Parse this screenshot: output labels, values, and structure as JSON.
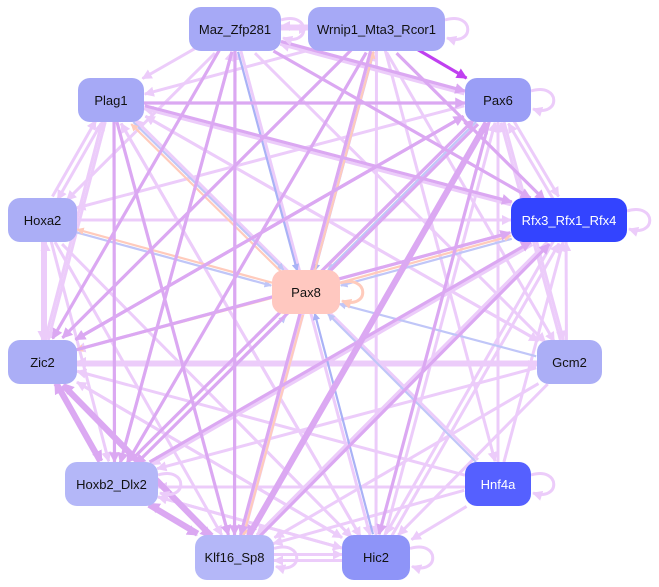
{
  "graph": {
    "nodes": [
      {
        "id": "maz",
        "label": "Maz_Zfp281",
        "color": "#a6a9f6",
        "text": "#111111"
      },
      {
        "id": "wrnip",
        "label": "Wrnip1_Mta3_Rcor1",
        "color": "#a6a9f6",
        "text": "#111111"
      },
      {
        "id": "plag1",
        "label": "Plag1",
        "color": "#a6a9f6",
        "text": "#111111"
      },
      {
        "id": "pax6",
        "label": "Pax6",
        "color": "#9a9ef6",
        "text": "#111111"
      },
      {
        "id": "hoxa2",
        "label": "Hoxa2",
        "color": "#abaef6",
        "text": "#111111"
      },
      {
        "id": "rfx",
        "label": "Rfx3_Rfx1_Rfx4",
        "color": "#3344ff",
        "text": "#ffffff"
      },
      {
        "id": "pax8",
        "label": "Pax8",
        "color": "#ffc8c0",
        "text": "#111111"
      },
      {
        "id": "zic2",
        "label": "Zic2",
        "color": "#abaef6",
        "text": "#111111"
      },
      {
        "id": "gcm2",
        "label": "Gcm2",
        "color": "#abaef6",
        "text": "#111111"
      },
      {
        "id": "hoxb2",
        "label": "Hoxb2_Dlx2",
        "color": "#b4b7f8",
        "text": "#111111"
      },
      {
        "id": "hnf4a",
        "label": "Hnf4a",
        "color": "#5560ff",
        "text": "#ffffff"
      },
      {
        "id": "klf16",
        "label": "Klf16_Sp8",
        "color": "#b4b7f8",
        "text": "#111111"
      },
      {
        "id": "hic2",
        "label": "Hic2",
        "color": "#8e94f8",
        "text": "#111111"
      }
    ],
    "edge_colors": {
      "weak": "#ecccfa",
      "mid": "#dba8f2",
      "pink": "#ffcbbc",
      "blue": "#c0c6f8",
      "bluemid": "#a9b2f6",
      "strong": "#c040f0"
    },
    "edges": [
      [
        "wrnip",
        "pax6",
        "strong"
      ],
      [
        "maz",
        "pax6",
        "mid"
      ],
      [
        "plag1",
        "pax6",
        "mid"
      ],
      [
        "plag1",
        "rfx",
        "mid"
      ],
      [
        "maz",
        "rfx",
        "mid"
      ],
      [
        "wrnip",
        "rfx",
        "mid"
      ],
      [
        "pax6",
        "rfx",
        "weak"
      ],
      [
        "hoxa2",
        "rfx",
        "weak"
      ],
      [
        "zic2",
        "rfx",
        "mid"
      ],
      [
        "hoxb2",
        "rfx",
        "mid"
      ],
      [
        "klf16",
        "rfx",
        "mid"
      ],
      [
        "hic2",
        "rfx",
        "weak"
      ],
      [
        "gcm2",
        "rfx",
        "weak"
      ],
      [
        "hnf4a",
        "rfx",
        "weak"
      ],
      [
        "maz",
        "plag1",
        "weak"
      ],
      [
        "wrnip",
        "plag1",
        "weak"
      ],
      [
        "maz",
        "wrnip",
        "weak"
      ],
      [
        "wrnip",
        "maz",
        "weak"
      ],
      [
        "maz",
        "pax8",
        "bluemid"
      ],
      [
        "wrnip",
        "pax8",
        "bluemid"
      ],
      [
        "pax6",
        "pax8",
        "blue"
      ],
      [
        "hoxa2",
        "pax8",
        "blue"
      ],
      [
        "gcm2",
        "pax8",
        "blue"
      ],
      [
        "hnf4a",
        "pax8",
        "blue"
      ],
      [
        "hic2",
        "pax8",
        "bluemid"
      ],
      [
        "rfx",
        "pax8",
        "blue"
      ],
      [
        "plag1",
        "pax8",
        "blue"
      ],
      [
        "hoxb2",
        "pax8",
        "blue"
      ],
      [
        "pax8",
        "plag1",
        "pink"
      ],
      [
        "pax8",
        "hoxa2",
        "pink"
      ],
      [
        "pax8",
        "zic2",
        "pink"
      ],
      [
        "pax8",
        "pax6",
        "pink"
      ],
      [
        "pax8",
        "rfx",
        "pink"
      ],
      [
        "pax8",
        "wrnip",
        "pink"
      ],
      [
        "pax8",
        "klf16",
        "pink"
      ],
      [
        "plag1",
        "hoxa2",
        "weak"
      ],
      [
        "plag1",
        "zic2",
        "weak"
      ],
      [
        "plag1",
        "hoxb2",
        "mid"
      ],
      [
        "plag1",
        "klf16",
        "mid"
      ],
      [
        "plag1",
        "hic2",
        "weak"
      ],
      [
        "plag1",
        "gcm2",
        "weak"
      ],
      [
        "maz",
        "zic2",
        "mid"
      ],
      [
        "maz",
        "hoxb2",
        "mid"
      ],
      [
        "maz",
        "klf16",
        "mid"
      ],
      [
        "maz",
        "hic2",
        "weak"
      ],
      [
        "maz",
        "gcm2",
        "weak"
      ],
      [
        "maz",
        "hoxa2",
        "weak"
      ],
      [
        "wrnip",
        "zic2",
        "mid"
      ],
      [
        "wrnip",
        "hoxb2",
        "mid"
      ],
      [
        "wrnip",
        "klf16",
        "mid"
      ],
      [
        "wrnip",
        "hic2",
        "weak"
      ],
      [
        "wrnip",
        "gcm2",
        "weak"
      ],
      [
        "wrnip",
        "hnf4a",
        "weak"
      ],
      [
        "pax6",
        "zic2",
        "mid"
      ],
      [
        "pax6",
        "hoxb2",
        "mid"
      ],
      [
        "pax6",
        "klf16",
        "mid"
      ],
      [
        "pax6",
        "hic2",
        "mid"
      ],
      [
        "pax6",
        "gcm2",
        "weak"
      ],
      [
        "pax6",
        "hoxa2",
        "weak"
      ],
      [
        "pax6",
        "maz",
        "weak"
      ],
      [
        "hoxa2",
        "zic2",
        "weak"
      ],
      [
        "zic2",
        "hoxa2",
        "weak"
      ],
      [
        "hoxa2",
        "hoxb2",
        "weak"
      ],
      [
        "hoxa2",
        "klf16",
        "weak"
      ],
      [
        "hoxa2",
        "hic2",
        "weak"
      ],
      [
        "hoxa2",
        "plag1",
        "weak"
      ],
      [
        "zic2",
        "hoxb2",
        "mid"
      ],
      [
        "hoxb2",
        "zic2",
        "mid"
      ],
      [
        "zic2",
        "klf16",
        "mid"
      ],
      [
        "zic2",
        "hic2",
        "weak"
      ],
      [
        "zic2",
        "gcm2",
        "weak"
      ],
      [
        "zic2",
        "plag1",
        "weak"
      ],
      [
        "zic2",
        "pax6",
        "mid"
      ],
      [
        "gcm2",
        "zic2",
        "weak"
      ],
      [
        "gcm2",
        "hoxb2",
        "weak"
      ],
      [
        "gcm2",
        "klf16",
        "weak"
      ],
      [
        "gcm2",
        "hic2",
        "weak"
      ],
      [
        "gcm2",
        "plag1",
        "weak"
      ],
      [
        "gcm2",
        "pax6",
        "weak"
      ],
      [
        "hnf4a",
        "zic2",
        "weak"
      ],
      [
        "hnf4a",
        "klf16",
        "weak"
      ],
      [
        "hnf4a",
        "hic2",
        "weak"
      ],
      [
        "hnf4a",
        "pax6",
        "weak"
      ],
      [
        "hnf4a",
        "plag1",
        "weak"
      ],
      [
        "hnf4a",
        "hoxb2",
        "weak"
      ],
      [
        "hoxb2",
        "klf16",
        "mid"
      ],
      [
        "klf16",
        "hoxb2",
        "mid"
      ],
      [
        "hoxb2",
        "pax6",
        "mid"
      ],
      [
        "hoxb2",
        "hic2",
        "weak"
      ],
      [
        "hoxb2",
        "maz",
        "weak"
      ],
      [
        "klf16",
        "zic2",
        "mid"
      ],
      [
        "klf16",
        "pax6",
        "mid"
      ],
      [
        "klf16",
        "hic2",
        "weak"
      ],
      [
        "klf16",
        "maz",
        "weak"
      ],
      [
        "klf16",
        "wrnip",
        "weak"
      ],
      [
        "hic2",
        "klf16",
        "weak"
      ],
      [
        "hic2",
        "zic2",
        "weak"
      ],
      [
        "hic2",
        "pax6",
        "weak"
      ],
      [
        "hic2",
        "plag1",
        "weak"
      ],
      [
        "hic2",
        "hoxb2",
        "weak"
      ],
      [
        "rfx",
        "zic2",
        "weak"
      ],
      [
        "rfx",
        "hoxb2",
        "weak"
      ],
      [
        "rfx",
        "klf16",
        "weak"
      ],
      [
        "rfx",
        "hic2",
        "weak"
      ],
      [
        "rfx",
        "pax6",
        "weak"
      ],
      [
        "rfx",
        "plag1",
        "weak"
      ]
    ],
    "self_loops": [
      "maz",
      "wrnip",
      "pax6",
      "rfx",
      "pax8",
      "hoxb2",
      "hnf4a",
      "klf16",
      "hic2"
    ]
  }
}
